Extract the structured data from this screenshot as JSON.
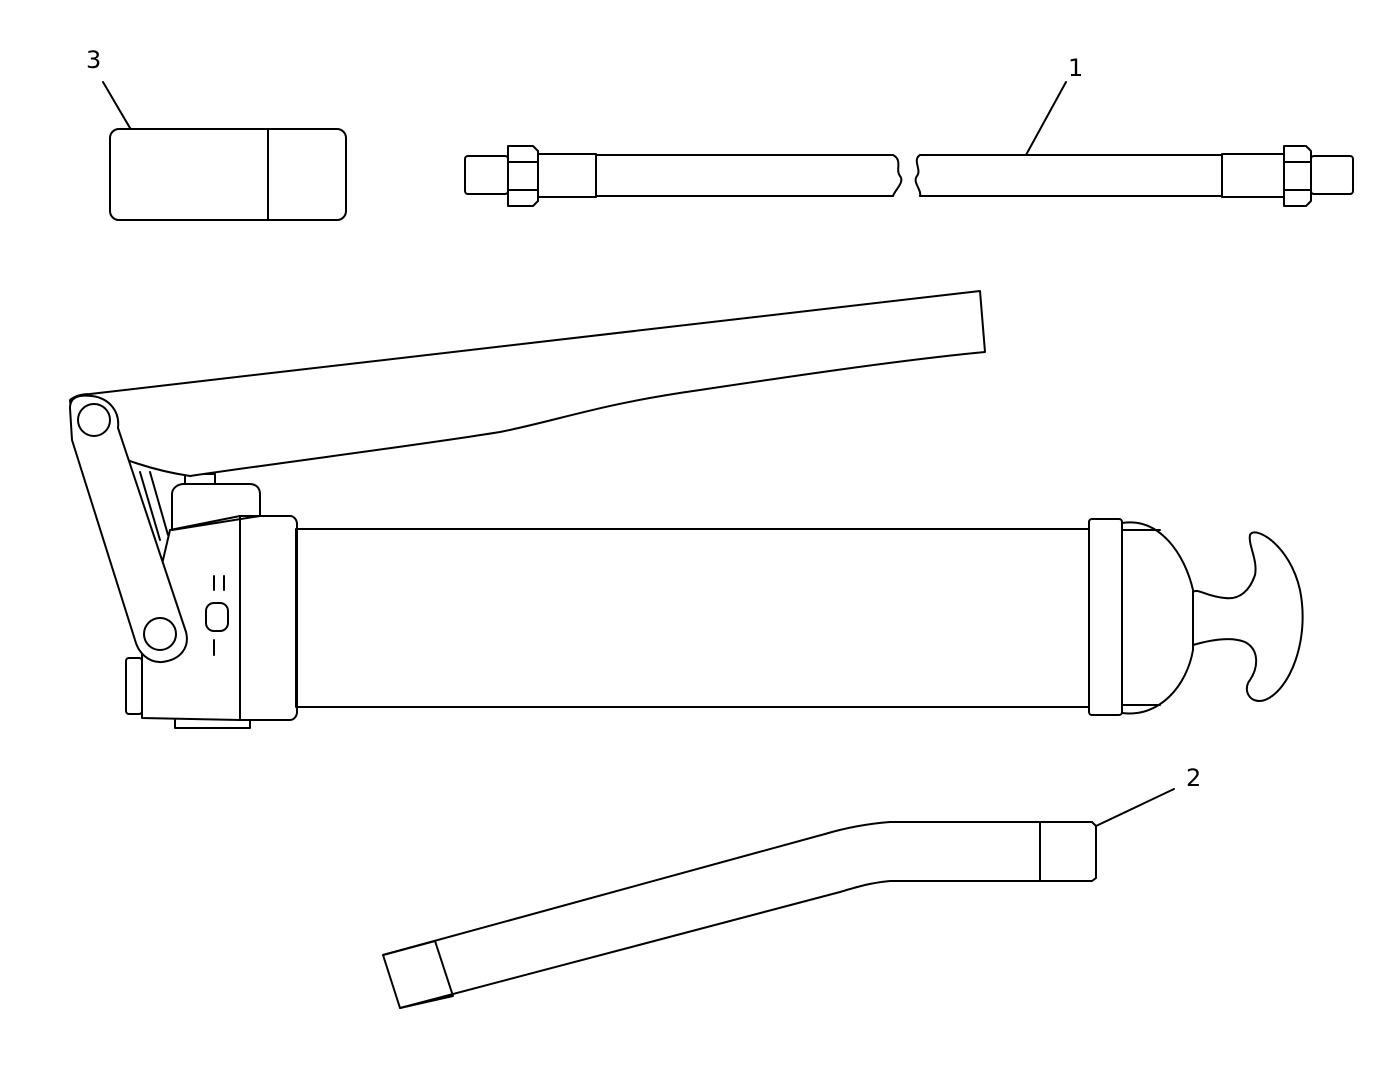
{
  "callouts": [
    {
      "id": "3",
      "label": "3"
    },
    {
      "id": "1",
      "label": "1"
    },
    {
      "id": "2",
      "label": "2"
    }
  ],
  "colors": {
    "line": "#000000",
    "background": "#ffffff"
  }
}
